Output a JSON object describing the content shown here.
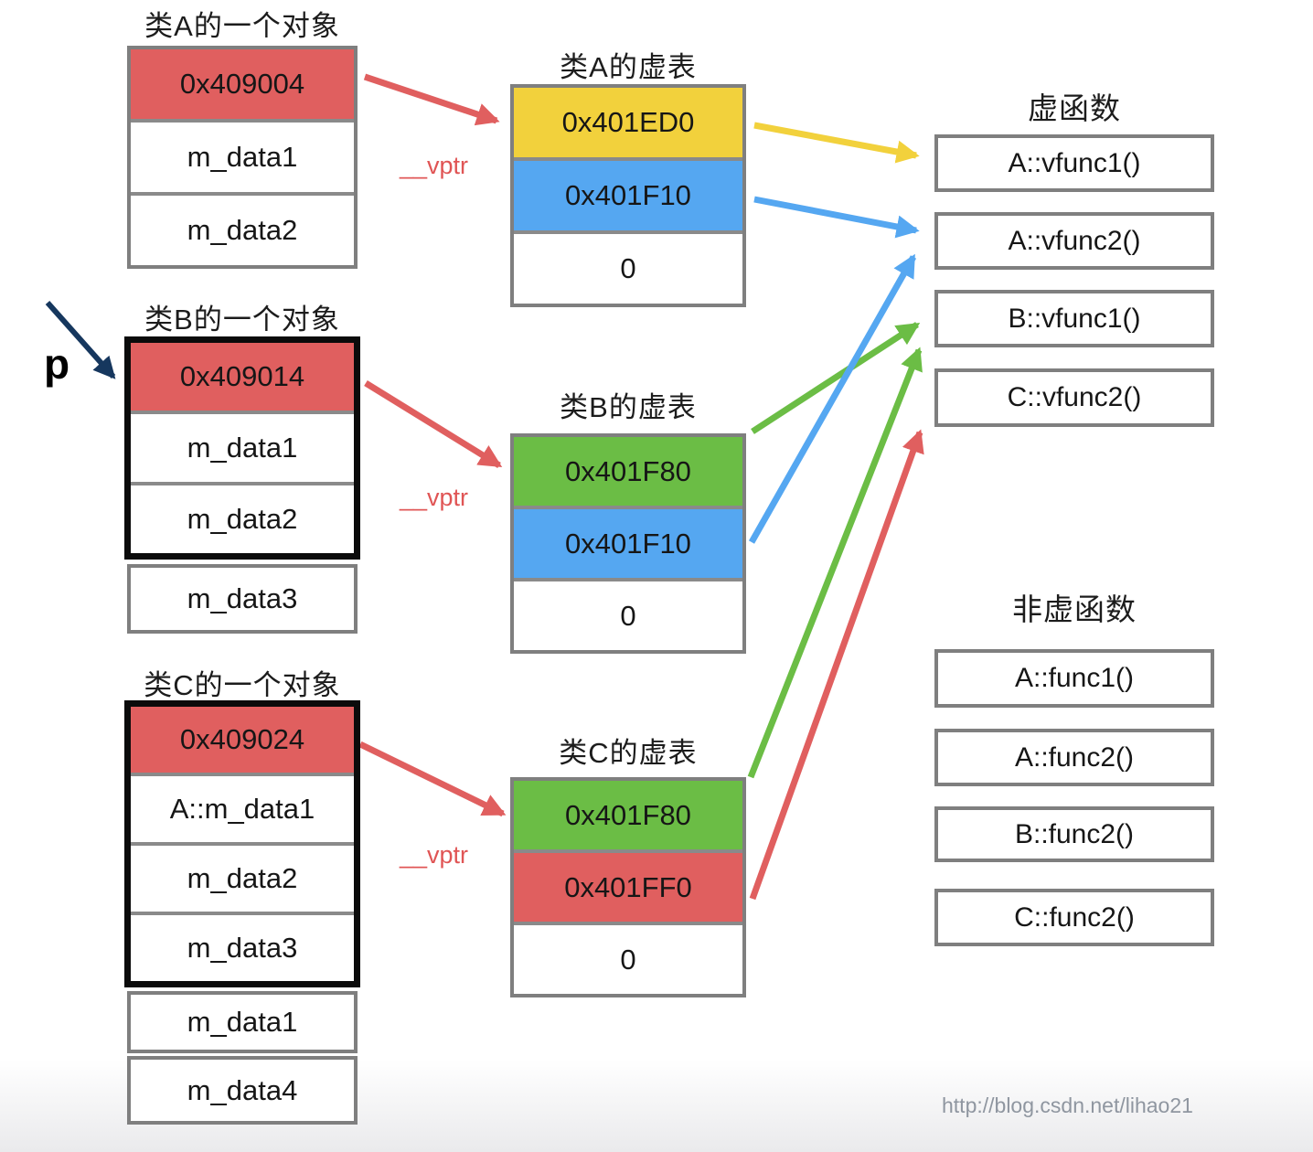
{
  "diagram": {
    "labels": {
      "vptr": "__vptr",
      "pointer": "p"
    },
    "watermark": "http://blog.csdn.net/lihao21",
    "colors": {
      "red": "#e05f5f",
      "yellow": "#f2d13c",
      "blue": "#55a7f1",
      "green": "#6bbd45",
      "border_gray": "#7f7f7f",
      "border_black": "#0b0b0b",
      "navy_arrow": "#16375e",
      "vptr_text": "#e05555",
      "watermark_gray": "#8f96a0"
    },
    "objects": [
      {
        "title": "类A的一个对象",
        "cells": [
          {
            "label": "0x409004",
            "color": "#e05f5f"
          },
          {
            "label": "m_data1",
            "color": "#ffffff"
          },
          {
            "label": "m_data2",
            "color": "#ffffff"
          }
        ],
        "outside_cells": []
      },
      {
        "title": "类B的一个对象",
        "cells": [
          {
            "label": "0x409014",
            "color": "#e05f5f"
          },
          {
            "label": "m_data1",
            "color": "#ffffff"
          },
          {
            "label": "m_data2",
            "color": "#ffffff"
          }
        ],
        "outside_cells": [
          {
            "label": "m_data3",
            "color": "#ffffff"
          }
        ]
      },
      {
        "title": "类C的一个对象",
        "cells": [
          {
            "label": "0x409024",
            "color": "#e05f5f"
          },
          {
            "label": "A::m_data1",
            "color": "#ffffff"
          },
          {
            "label": "m_data2",
            "color": "#ffffff"
          },
          {
            "label": "m_data3",
            "color": "#ffffff"
          }
        ],
        "outside_cells": [
          {
            "label": "m_data1",
            "color": "#ffffff"
          },
          {
            "label": "m_data4",
            "color": "#ffffff"
          }
        ]
      }
    ],
    "vtables": [
      {
        "title": "类A的虚表",
        "cells": [
          {
            "label": "0x401ED0",
            "color": "#f2d13c"
          },
          {
            "label": "0x401F10",
            "color": "#55a7f1"
          },
          {
            "label": "0",
            "color": "#ffffff"
          }
        ]
      },
      {
        "title": "类B的虚表",
        "cells": [
          {
            "label": "0x401F80",
            "color": "#6bbd45"
          },
          {
            "label": "0x401F10",
            "color": "#55a7f1"
          },
          {
            "label": "0",
            "color": "#ffffff"
          }
        ]
      },
      {
        "title": "类C的虚表",
        "cells": [
          {
            "label": "0x401F80",
            "color": "#6bbd45"
          },
          {
            "label": "0x401FF0",
            "color": "#e05f5f"
          },
          {
            "label": "0",
            "color": "#ffffff"
          }
        ]
      }
    ],
    "virtual_functions": {
      "title": "虚函数",
      "items": [
        {
          "label": "A::vfunc1()",
          "color": "#f2d13c"
        },
        {
          "label": "A::vfunc2()",
          "color": "#55a7f1"
        },
        {
          "label": "B::vfunc1()",
          "color": "#6bbd45"
        },
        {
          "label": "C::vfunc2()",
          "color": "#e05f5f"
        }
      ]
    },
    "nonvirtual_functions": {
      "title": "非虚函数",
      "items": [
        {
          "label": "A::func1()"
        },
        {
          "label": "A::func2()"
        },
        {
          "label": "B::func2()"
        },
        {
          "label": "C::func2()"
        }
      ]
    }
  }
}
